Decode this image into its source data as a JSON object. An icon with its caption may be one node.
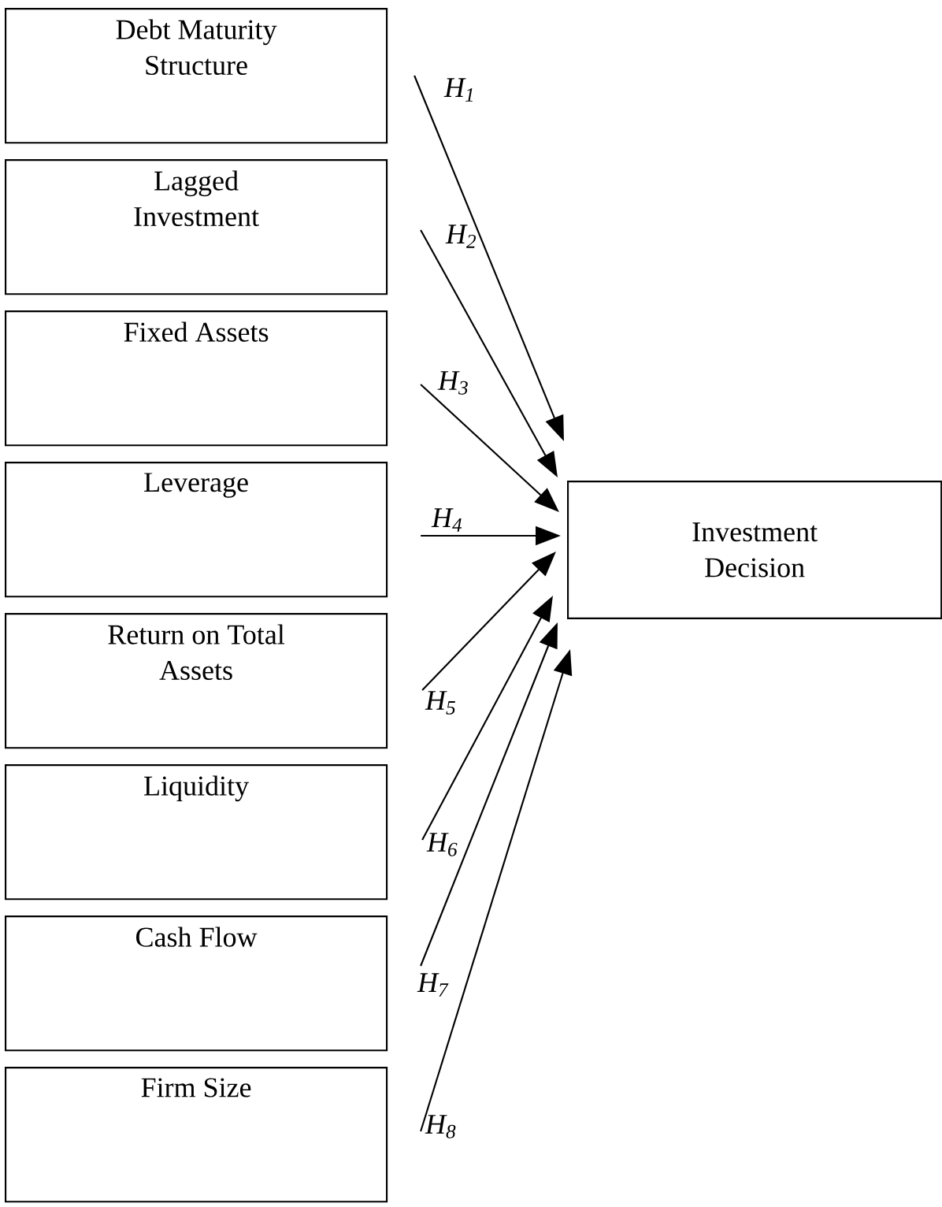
{
  "diagram": {
    "nodes": [
      {
        "text": [
          "Debt Maturity Structure"
        ]
      },
      {
        "text": [
          "Lagged Investment"
        ]
      },
      {
        "text": [
          "Fixed Assets"
        ]
      },
      {
        "text": [
          "Leverage"
        ]
      },
      {
        "text": [
          "Return on Total Assets"
        ]
      },
      {
        "text": [
          "Liquidity"
        ]
      },
      {
        "text": [
          "Cash Flow"
        ]
      },
      {
        "text": [
          "Firm Size"
        ]
      },
      {
        "text": [
          "Investment Decision"
        ]
      }
    ],
    "edges": [
      {
        "from": 0,
        "to": 8,
        "arrow": "to",
        "label": "H$_{1}$"
      },
      {
        "from": 1,
        "to": 8,
        "arrow": "to",
        "label": "H$_{2}$"
      },
      {
        "from": 2,
        "to": 8,
        "arrow": "to",
        "label": "H$_{3}$"
      },
      {
        "from": 3,
        "to": 8,
        "arrow": "to",
        "label": "H$_{4}$"
      },
      {
        "from": 4,
        "to": 8,
        "arrow": "to",
        "label": "H$_{5}$"
      },
      {
        "from": 5,
        "to": 8,
        "arrow": "to",
        "label": "H$_{6}$"
      },
      {
        "from": 6,
        "to": 8,
        "arrow": "to",
        "label": "H$_{7}$"
      },
      {
        "from": 7,
        "to": 8,
        "arrow": "to",
        "label": "H$_{8}$"
      }
    ]
  }
}
